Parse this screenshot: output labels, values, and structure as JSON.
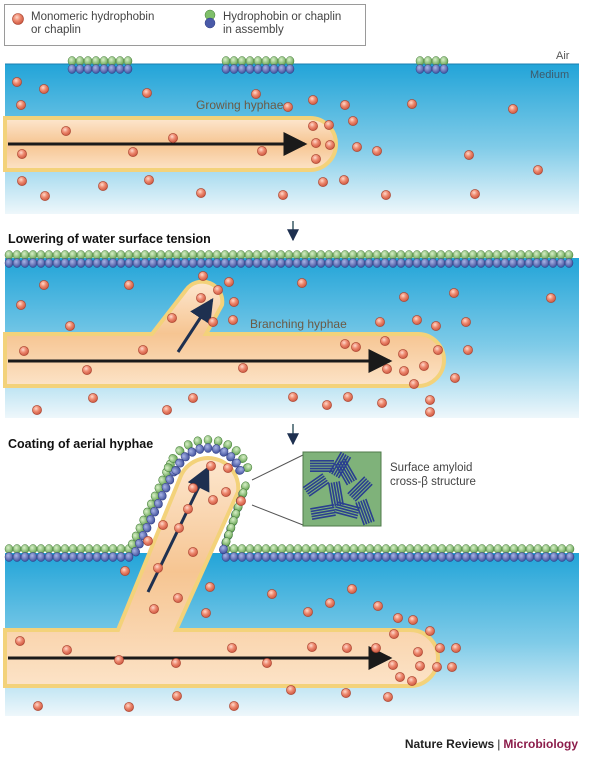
{
  "legend": {
    "monomeric_label_line1": "Monomeric hydrophobin",
    "monomeric_label_line2": "or chaplin",
    "assembly_label_line1": "Hydrophobin or chaplin",
    "assembly_label_line2": "in assembly"
  },
  "panel1": {
    "air_label": "Air",
    "medium_label": "Medium",
    "hypha_label": "Growing hyphae"
  },
  "panel2": {
    "title": "Lowering of water surface tension",
    "hypha_label": "Branching hyphae"
  },
  "panel3": {
    "title": "Coating of aerial hyphae",
    "inset_label_line1": "Surface amyloid",
    "inset_label_line2": "cross-β structure"
  },
  "credit": {
    "publisher": "Nature Reviews",
    "separator": "|",
    "journal": "Microbiology"
  },
  "colors": {
    "medium_top": "#2aa7d8",
    "medium_bottom": "#eaf6fb",
    "hypha_fill": "#f7c896",
    "hypha_border": "#f3d27a",
    "particle": "#e8735a",
    "assembly_green": "#7fbf6a",
    "assembly_blue": "#4a5aa8",
    "inset_bg": "#7fb27a",
    "fibril": "#2a3f8f"
  }
}
